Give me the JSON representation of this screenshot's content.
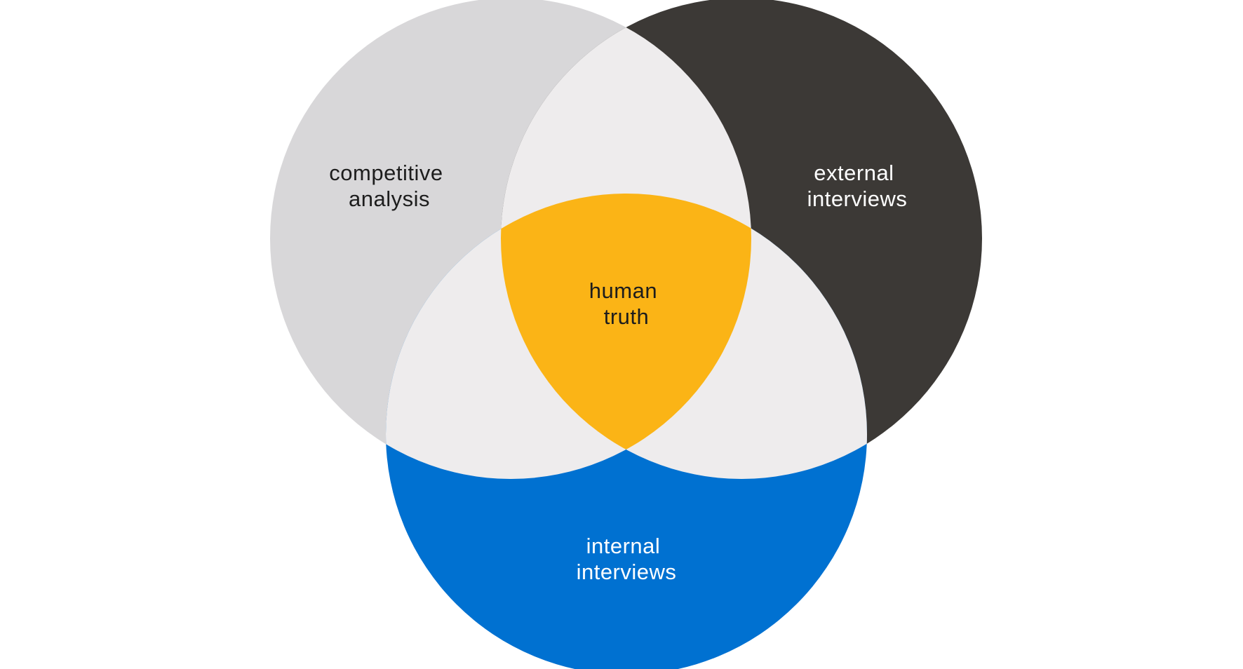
{
  "diagram": {
    "type": "venn",
    "sets": [
      {
        "id": "competitive",
        "label_lines": [
          "competitive",
          "analysis"
        ],
        "fill": "#d8d7d9",
        "text_color": "#1d1d1d"
      },
      {
        "id": "external",
        "label_lines": [
          "external",
          "interviews"
        ],
        "fill": "#3c3936",
        "text_color": "#ffffff"
      },
      {
        "id": "internal",
        "label_lines": [
          "internal",
          "interviews"
        ],
        "fill": "#0071d1",
        "text_color": "#ffffff"
      }
    ],
    "pair_overlap_fill": "#eeeced",
    "center": {
      "label_lines": [
        "human",
        "truth"
      ],
      "fill": "#fbb416",
      "text_color": "#1d1d1d"
    }
  }
}
